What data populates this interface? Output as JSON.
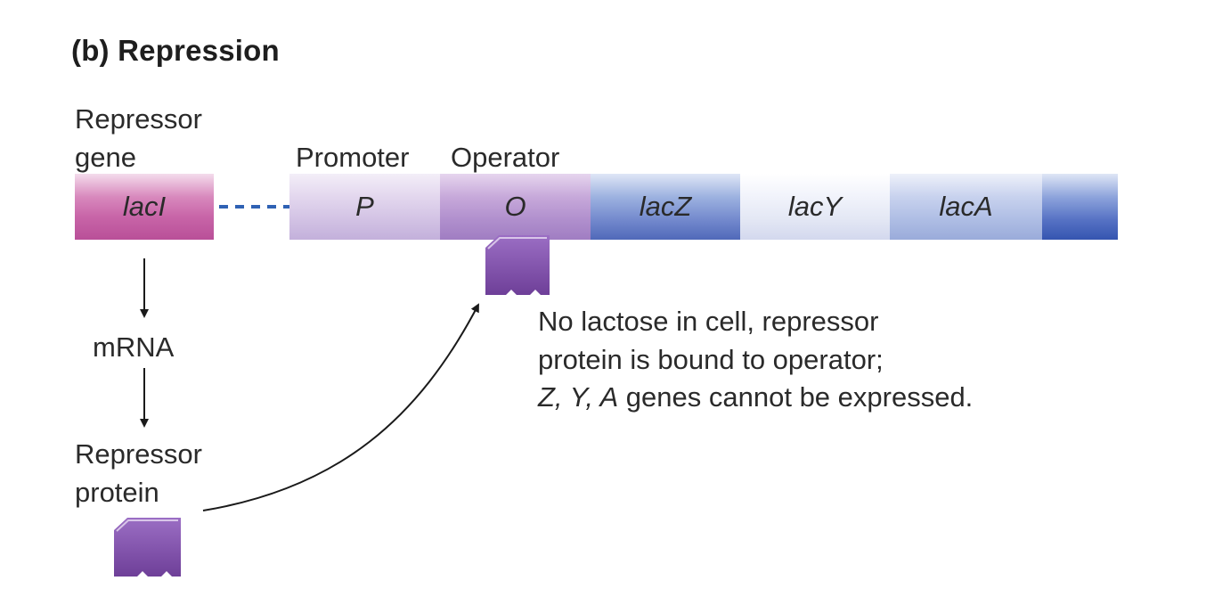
{
  "title": "(b)  Repression",
  "labels": {
    "repressor_gene_line1": "Repressor",
    "repressor_gene_line2": "gene",
    "promoter": "Promoter",
    "operator": "Operator",
    "mrna": "mRNA",
    "repressor_protein_line1": "Repressor",
    "repressor_protein_line2": "protein"
  },
  "segments": {
    "laci": "lacI",
    "promoter": "P",
    "operator": "O",
    "lacz": "lacZ",
    "lacy": "lacY",
    "laca": "lacA"
  },
  "note": {
    "line1": "No lactose in cell, repressor",
    "line2": "protein is bound to operator;",
    "line3_italic": "Z, Y, A",
    "line3_rest": " genes cannot be expressed."
  },
  "colors": {
    "repressor_gene": "#c865a8",
    "operator": "#b08fcd",
    "lac_blue": "#5069b9",
    "repressor_protein": "#7e4aa6",
    "dashed_link": "#2f62b4"
  }
}
